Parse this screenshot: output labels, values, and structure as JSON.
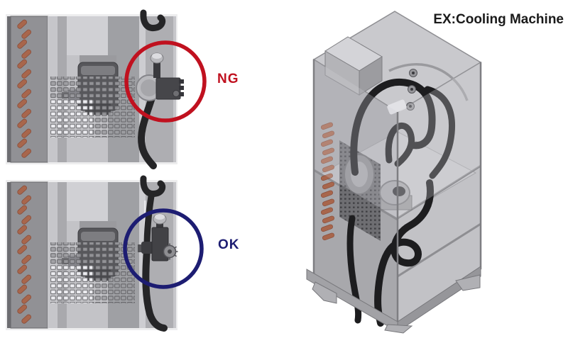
{
  "title": {
    "text": "EX:Cooling Machine",
    "color": "#1a1a1a"
  },
  "annotations": {
    "ng": {
      "label": "NG",
      "color": "#c0111f"
    },
    "ok": {
      "label": "OK",
      "color": "#1d1d72"
    }
  },
  "palette": {
    "machine_gray_light": "#c6c6ca",
    "machine_gray_mid": "#a9a9ad",
    "machine_gray_dark": "#6d6d71",
    "copper_coil": "#a8664c",
    "hose_black": "#252527"
  }
}
